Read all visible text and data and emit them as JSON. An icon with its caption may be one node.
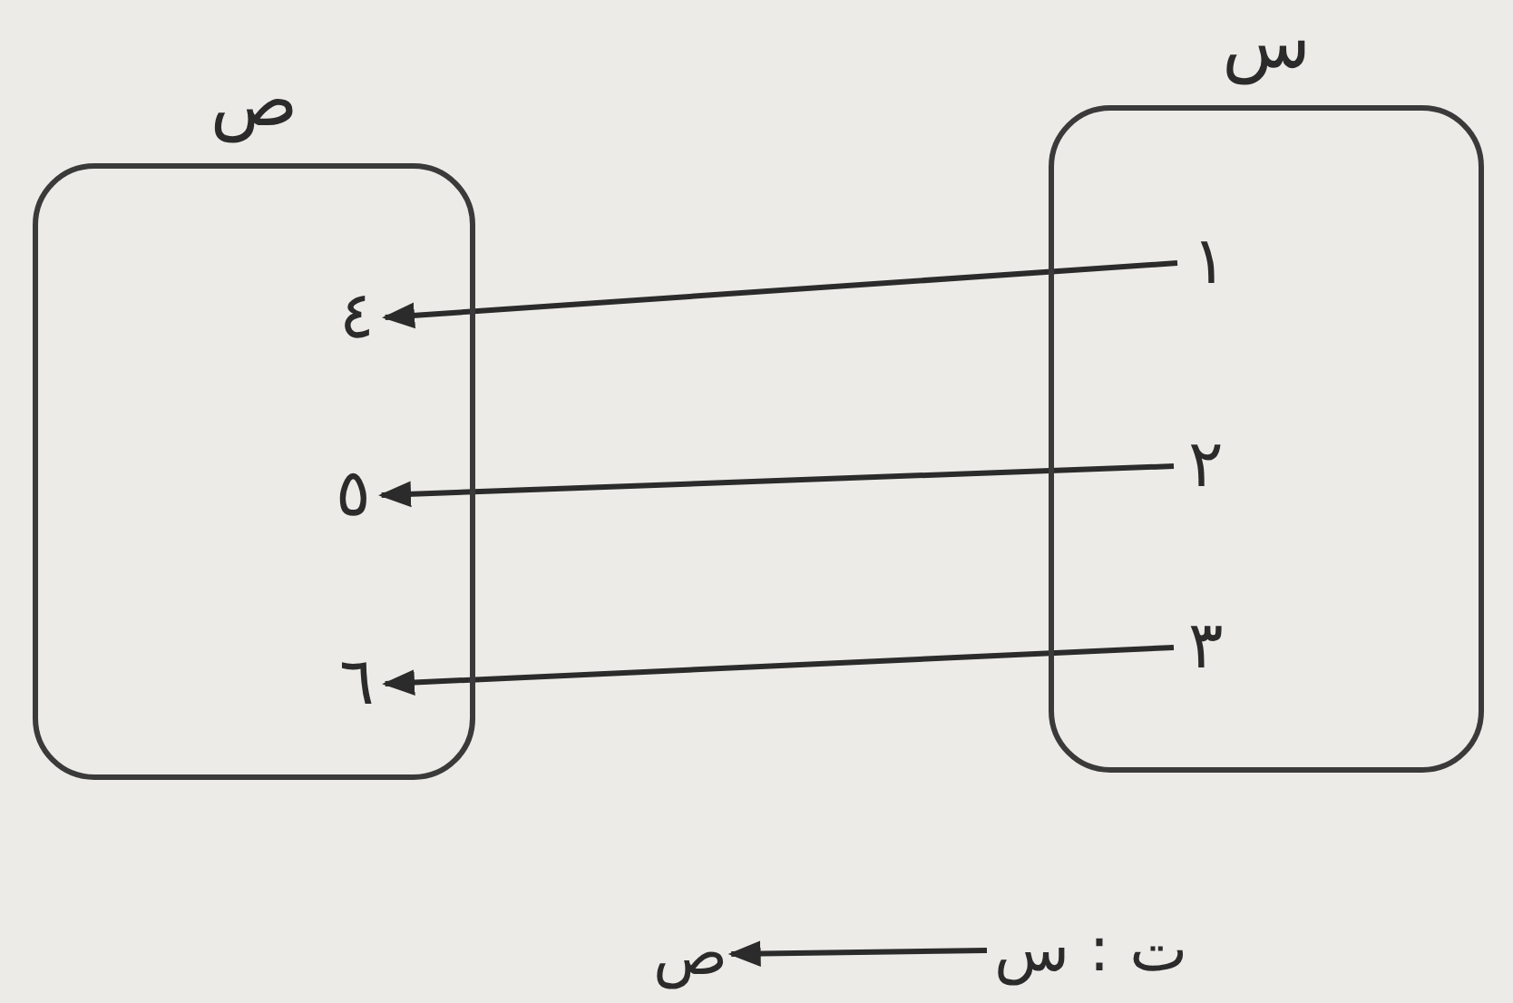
{
  "diagram": {
    "nodes": [
      {
        "text": [
          "ص"
        ]
      },
      {
        "text": [
          "٤"
        ],
        "in": 0
      },
      {
        "text": [
          "٥"
        ],
        "in": 0
      },
      {
        "text": [
          "٦"
        ],
        "in": 0
      },
      {
        "text": [
          "س"
        ]
      },
      {
        "text": [
          "١"
        ],
        "in": 4
      },
      {
        "text": [
          "٢"
        ],
        "in": 4
      },
      {
        "text": [
          "٣"
        ],
        "in": 4
      },
      {
        "text": [
          "ت : س"
        ]
      },
      {
        "text": [
          "ص"
        ]
      }
    ],
    "edges": [
      {
        "from": 5,
        "to": 1,
        "arrow": "to"
      },
      {
        "from": 6,
        "to": 2,
        "arrow": "to"
      },
      {
        "from": 7,
        "to": 3,
        "arrow": "to"
      },
      {
        "from": 8,
        "to": 9,
        "arrow": "to"
      }
    ]
  }
}
